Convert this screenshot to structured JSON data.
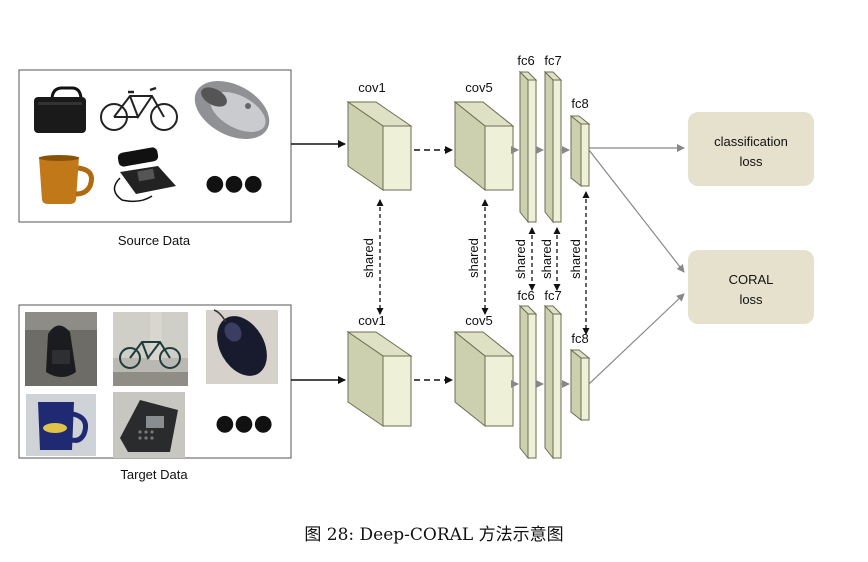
{
  "source": {
    "label": "Source Data",
    "ellipsis": "●●●"
  },
  "target": {
    "label": "Target Data",
    "ellipsis": "●●●"
  },
  "layers": {
    "top": {
      "cov1": "cov1",
      "cov5": "cov5",
      "fc6": "fc6",
      "fc7": "fc7",
      "fc8": "fc8"
    },
    "bottom": {
      "cov1": "cov1",
      "cov5": "cov5",
      "fc6": "fc6",
      "fc7": "fc7",
      "fc8": "fc8"
    }
  },
  "shared_label": "shared",
  "losses": {
    "classification": [
      "classification",
      "loss"
    ],
    "coral": [
      "CORAL",
      "loss"
    ]
  },
  "colors": {
    "layer_face": "#eef0d8",
    "layer_stroke": "#6b6e52",
    "loss_box": "#e6e1cd",
    "arrow": "#888888"
  },
  "caption": "图 28: Deep-CORAL 方法示意图"
}
